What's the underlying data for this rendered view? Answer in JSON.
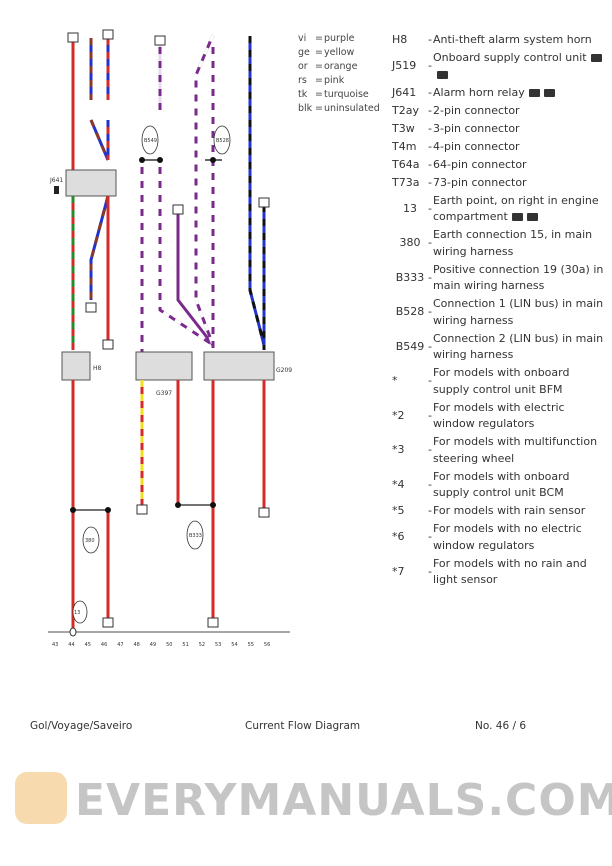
{
  "color_codes": [
    {
      "code": "vi",
      "name": "purple"
    },
    {
      "code": "ge",
      "name": "yellow"
    },
    {
      "code": "or",
      "name": "orange"
    },
    {
      "code": "rs",
      "name": "pink"
    },
    {
      "code": "tk",
      "name": "turquoise"
    },
    {
      "code": "blk",
      "name": "uninsulated"
    }
  ],
  "legend": [
    {
      "code": "H8",
      "desc": "Anti-theft alarm system horn",
      "cam": false
    },
    {
      "code": "J519",
      "desc": "Onboard supply control unit",
      "cam": true
    },
    {
      "code": "J641",
      "desc": "Alarm horn relay",
      "cam": true
    },
    {
      "code": "T2ay",
      "desc": "2-pin connector",
      "cam": false
    },
    {
      "code": "T3w",
      "desc": "3-pin connector",
      "cam": false
    },
    {
      "code": "T4m",
      "desc": "4-pin connector",
      "cam": false
    },
    {
      "code": "T64a",
      "desc": "64-pin connector",
      "cam": false
    },
    {
      "code": "T73a",
      "desc": "73-pin connector",
      "cam": false
    },
    {
      "code": "13",
      "desc": "Earth point, on right in engine compartment",
      "cam": true
    },
    {
      "code": "380",
      "desc": "Earth connection 15, in main wiring harness",
      "cam": false
    },
    {
      "code": "B333",
      "desc": "Positive connection 19 (30a) in main wiring harness",
      "cam": false
    },
    {
      "code": "B528",
      "desc": "Connection 1 (LIN bus) in main wiring harness",
      "cam": false
    },
    {
      "code": "B549",
      "desc": "Connection 2 (LIN bus) in main wiring harness",
      "cam": false
    },
    {
      "code": "*",
      "desc": "For models with onboard supply control unit BFM",
      "cam": false
    },
    {
      "code": "*2",
      "desc": "For models with electric window regulators",
      "cam": false
    },
    {
      "code": "*3",
      "desc": "For models with multifunction steering wheel",
      "cam": false
    },
    {
      "code": "*4",
      "desc": "For models with onboard supply control unit BCM",
      "cam": false
    },
    {
      "code": "*5",
      "desc": "For models with rain sensor",
      "cam": false
    },
    {
      "code": "*6",
      "desc": "For models with no electric window regulators",
      "cam": false
    },
    {
      "code": "*7",
      "desc": "For models with no rain and light sensor",
      "cam": false
    }
  ],
  "diagram": {
    "track_numbers": [
      "43",
      "44",
      "45",
      "46",
      "47",
      "48",
      "49",
      "50",
      "51",
      "52",
      "53",
      "54",
      "55",
      "56"
    ],
    "components": {
      "relay": "J641",
      "horn": "H8",
      "sensor1": "G397",
      "sensor2": "G209"
    },
    "nodes": {
      "b549": "B549",
      "b528": "B528",
      "n380": "380",
      "b333": "B333",
      "n13": "13"
    },
    "colors": {
      "red": "#d42a2a",
      "blue": "#2233cc",
      "purple": "#7a2a8a",
      "black": "#111111",
      "yellow": "#f0e020",
      "green": "#2a8a2a",
      "brown": "#8b3a2a"
    }
  },
  "footer": {
    "model": "Gol/Voyage/Saveiro",
    "title": "Current Flow Diagram",
    "number": "No.  46 / 6"
  },
  "watermark": "EVERYMANUALS.COM"
}
